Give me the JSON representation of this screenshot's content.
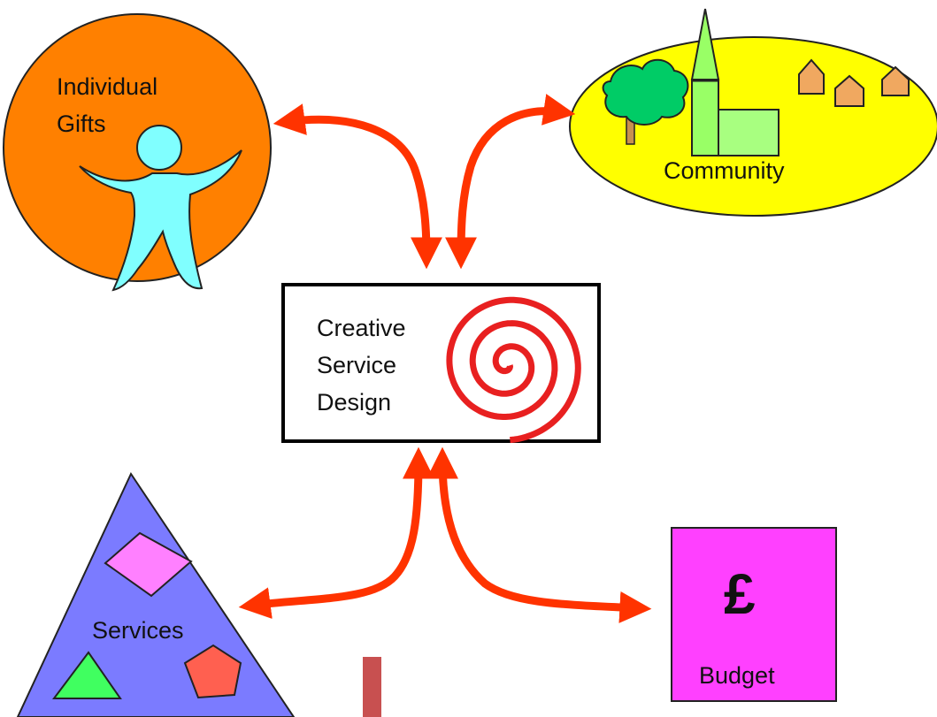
{
  "nodes": {
    "individual": {
      "line1": "Individual",
      "line2": "Gifts"
    },
    "community": {
      "label": "Community"
    },
    "center": {
      "line1": "Creative",
      "line2": "Service",
      "line3": "Design"
    },
    "services": {
      "label": "Services"
    },
    "budget": {
      "symbol": "£",
      "label": "Budget"
    }
  },
  "colors": {
    "arrow": "#ff3300",
    "individual_circle": "#ff8000",
    "person": "#80ffff",
    "community_ellipse": "#ffff00",
    "tree": "#00cc66",
    "church": "#99ff66",
    "house": "#f0a860",
    "spiral": "#e82020",
    "services_triangle": "#7b7bff",
    "budget_square": "#ff40ff",
    "stray_bar": "#c85050"
  },
  "icons": [
    "person-icon",
    "tree-icon",
    "church-icon",
    "house-icon",
    "spiral-icon",
    "diamond-icon",
    "triangle-icon",
    "pentagon-icon",
    "pound-sign-icon"
  ]
}
